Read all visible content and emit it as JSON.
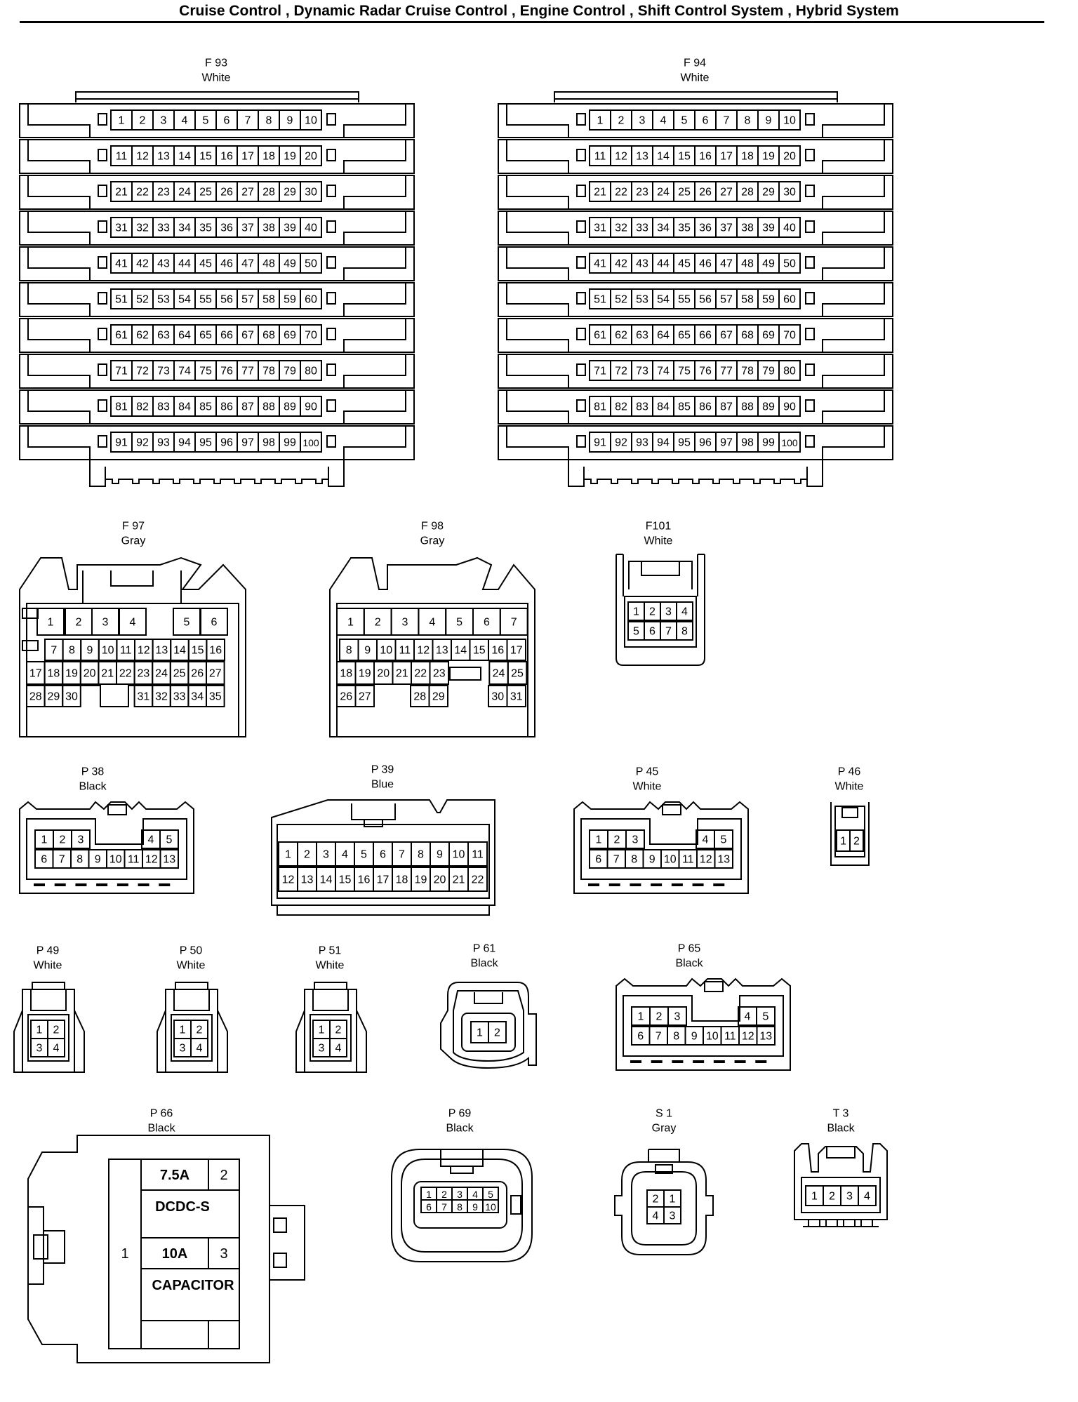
{
  "title": "Cruise Control , Dynamic Radar Cruise Control , Engine Control , Shift Control System , Hybrid System",
  "connectors": [
    {
      "id": "F 93",
      "color": "White"
    },
    {
      "id": "F 94",
      "color": "White"
    },
    {
      "id": "F 97",
      "color": "Gray"
    },
    {
      "id": "F 98",
      "color": "Gray"
    },
    {
      "id": "F101",
      "color": "White"
    },
    {
      "id": "P 38",
      "color": "Black"
    },
    {
      "id": "P 39",
      "color": "Blue"
    },
    {
      "id": "P 45",
      "color": "White"
    },
    {
      "id": "P 46",
      "color": "White"
    },
    {
      "id": "P 49",
      "color": "White"
    },
    {
      "id": "P 50",
      "color": "White"
    },
    {
      "id": "P 51",
      "color": "White"
    },
    {
      "id": "P 61",
      "color": "Black"
    },
    {
      "id": "P 65",
      "color": "Black"
    },
    {
      "id": "P 66",
      "color": "Black"
    },
    {
      "id": "P 69",
      "color": "Black"
    },
    {
      "id": "S 1",
      "color": "Gray"
    },
    {
      "id": "T 3",
      "color": "Black"
    }
  ],
  "p66": {
    "fuse1_rating": "7.5A",
    "fuse1_pin": "2",
    "fuse1_name": "DCDC-S",
    "fuse2_rating": "10A",
    "fuse2_pin": "3",
    "fuse2_name": "CAPACITOR",
    "common_pin": "1"
  }
}
